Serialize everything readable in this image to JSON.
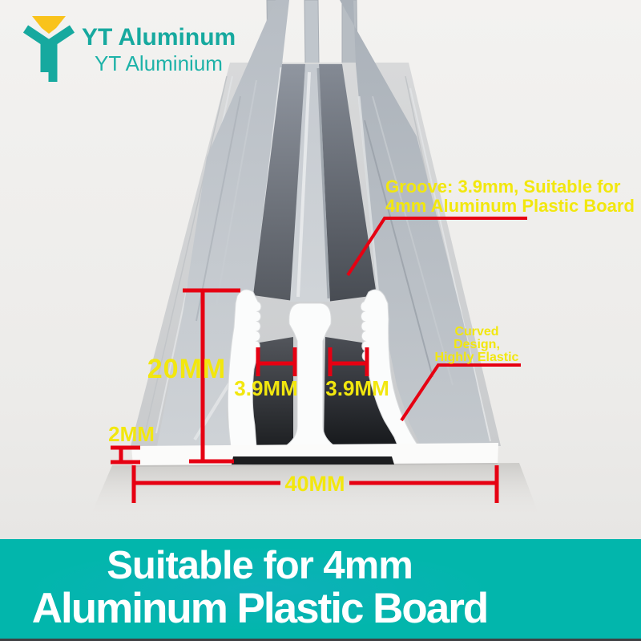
{
  "logo": {
    "title": "YT Aluminum",
    "subtitle": "YT Aluminium"
  },
  "callouts": {
    "groove": {
      "line1": "Groove: 3.9mm, Suitable for",
      "line2": "4mm Aluminum Plastic Board"
    },
    "curved": {
      "line1": "Curved",
      "line2": "Design,",
      "line3": "Highly Elastic"
    }
  },
  "dimensions": {
    "profile_height": "20MM",
    "left_groove_width": "3.9MM",
    "right_groove_width": "3.9MM",
    "base_thickness": "2MM",
    "base_width": "40MM"
  },
  "banner": {
    "line1": "Suitable for 4mm",
    "line2": "Aluminum Plastic Board"
  },
  "colors": {
    "brand_teal": "#02b6ac",
    "logo_teal": "#16a99f",
    "logo_teal_light": "#1db2a8",
    "logo_gold": "#f9c31c",
    "dimension_red": "#e60012",
    "label_yellow": "#f2e70e",
    "banner_text": "#ffffff"
  }
}
